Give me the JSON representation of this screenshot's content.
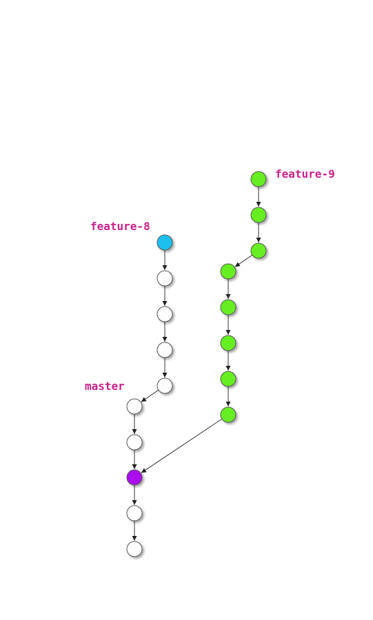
{
  "branches": {
    "feature_9": "feature-9",
    "feature_8": "feature-8",
    "master": "master"
  },
  "colors": {
    "label": "#c8228a",
    "feature_9_commit": "#66ee22",
    "feature_8_head": "#1ec0ee",
    "merge_commit": "#aa10ee",
    "plain_commit": "#ffffff",
    "edge": "#333333"
  }
}
